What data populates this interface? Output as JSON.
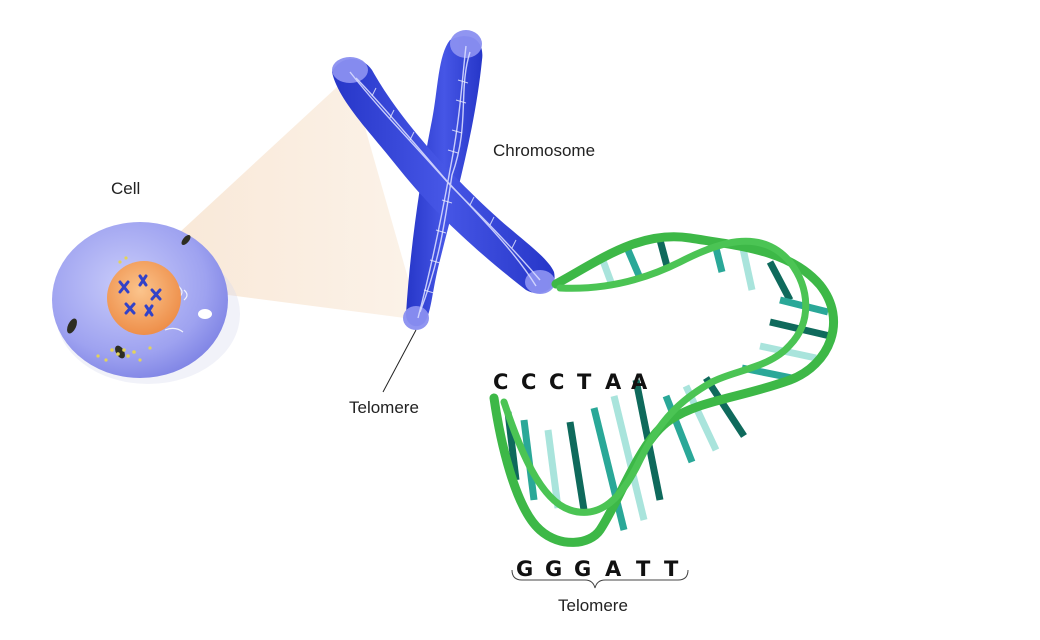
{
  "labels": {
    "cell": "Cell",
    "chromosome": "Chromosome",
    "telomere_chromosome": "Telomere",
    "telomere_dna": "Telomere"
  },
  "sequences": {
    "top": [
      "C",
      "C",
      "C",
      "T",
      "A",
      "A"
    ],
    "bottom": [
      "G",
      "G",
      "G",
      "A",
      "T",
      "T"
    ]
  },
  "colors": {
    "cell_membrane": "#8f93ec",
    "nucleus": "#f4a15f",
    "chromosome": "#3242d8",
    "chromosome_tip": "#8a8ff0",
    "dna_backbone": "#3db847",
    "base_dark": "#0f6a5c",
    "base_mid": "#2aa898",
    "base_light": "#a9e4dc",
    "zoom_wedge": "#fbeedf"
  },
  "icons": [
    "cell-icon",
    "nucleus-icon",
    "mini-chromosome-icon",
    "chromosome-icon",
    "dna-helix-icon"
  ]
}
